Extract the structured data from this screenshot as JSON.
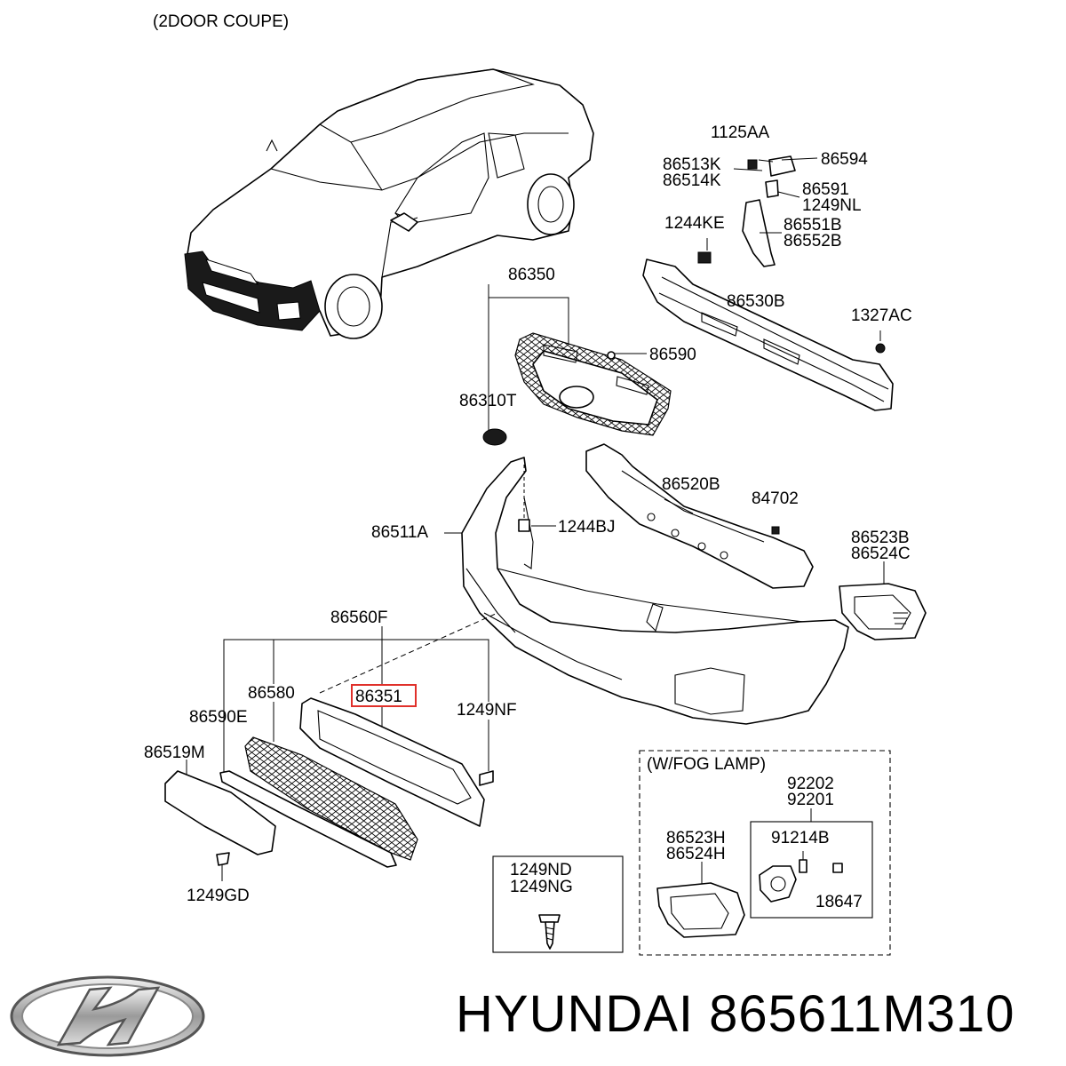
{
  "diagram": {
    "title": "(2DOOR COUPE)",
    "callouts": {
      "p1125AA": "1125AA",
      "p86594": "86594",
      "p86513K": "86513K",
      "p86514K": "86514K",
      "p86591": "86591",
      "p1249NL": "1249NL",
      "p1244KE": "1244KE",
      "p86551B": "86551B",
      "p86552B": "86552B",
      "p86350": "86350",
      "p86530B": "86530B",
      "p1327AC": "1327AC",
      "p86590": "86590",
      "p86310T": "86310T",
      "p86520B": "86520B",
      "p84702": "84702",
      "p1244BJ": "1244BJ",
      "p86511A": "86511A",
      "p86523B": "86523B",
      "p86524C": "86524C",
      "p86560F": "86560F",
      "p86580": "86580",
      "p86351": "86351",
      "p1249NF": "1249NF",
      "p86590E": "86590E",
      "p86519M": "86519M",
      "p1249GD": "1249GD",
      "p1249ND": "1249ND",
      "p1249NG": "1249NG",
      "wfog": "(W/FOG LAMP)",
      "p92202": "92202",
      "p92201": "92201",
      "p91214B": "91214B",
      "p86523H": "86523H",
      "p86524H": "86524H",
      "p18647": "18647"
    },
    "highlighted_part": "86351",
    "highlight_color": "#e0302a"
  },
  "footer": {
    "brand_part": "HYUNDAI 865611M310",
    "logo_icon": "hyundai-logo-icon"
  }
}
